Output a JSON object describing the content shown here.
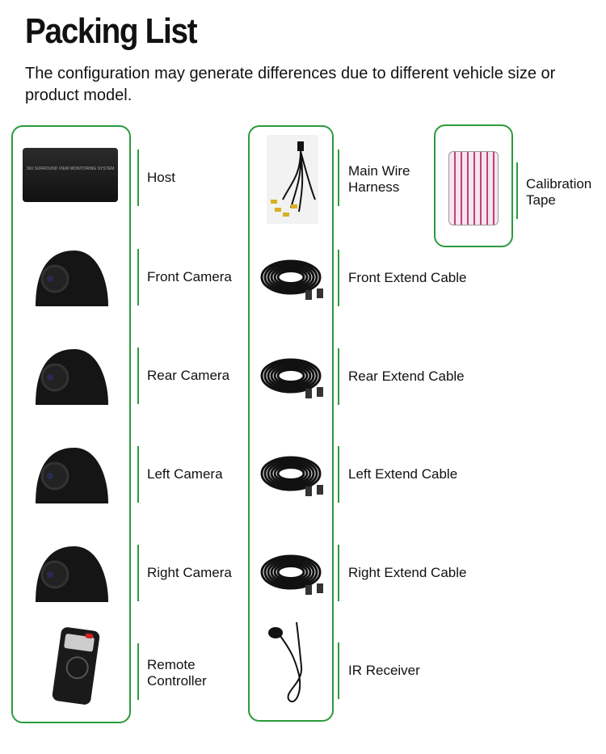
{
  "title": "Packing List",
  "subtitle": "The configuration may generate differences due to different vehicle size or product model.",
  "host_printed_text": "360 SURROUND VIEW MONITORING SYSTEM",
  "colors": {
    "accent": "#2c9b3d",
    "text": "#111111"
  },
  "left_items": [
    {
      "label": "Host",
      "icon": "host-box"
    },
    {
      "label": "Front Camera",
      "icon": "camera"
    },
    {
      "label": "Rear Camera",
      "icon": "camera"
    },
    {
      "label": "Left Camera",
      "icon": "camera"
    },
    {
      "label": "Right Camera",
      "icon": "camera"
    },
    {
      "label": "Remote Controller",
      "icon": "remote"
    }
  ],
  "middle_items": [
    {
      "label": "Main Wire Harness",
      "icon": "wire-harness"
    },
    {
      "label": "Front Extend Cable",
      "icon": "cable-coil"
    },
    {
      "label": "Rear Extend Cable",
      "icon": "cable-coil"
    },
    {
      "label": "Left Extend Cable",
      "icon": "cable-coil"
    },
    {
      "label": "Right Extend Cable",
      "icon": "cable-coil"
    },
    {
      "label": "IR Receiver",
      "icon": "ir-receiver"
    }
  ],
  "extra_item": {
    "label": "Calibration Tape",
    "icon": "tape-roll"
  }
}
